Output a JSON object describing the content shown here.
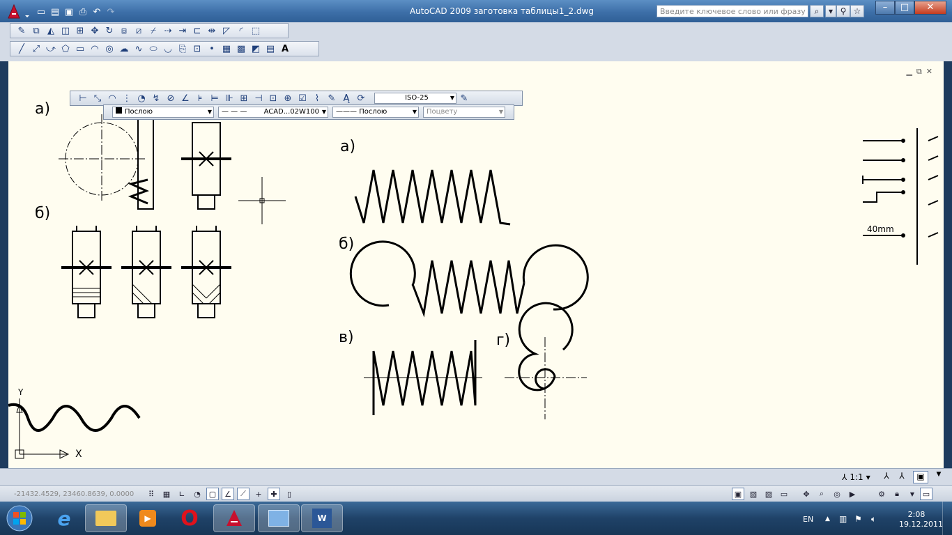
{
  "window": {
    "title": "AutoCAD 2009 заготовка таблицы1_2.dwg",
    "search_placeholder": "Введите ключевое слово или фразу",
    "minimize": "–",
    "maximize": "□",
    "close": "✕"
  },
  "dim_toolbar": {
    "dim_style": "ISO-25"
  },
  "properties_toolbar": {
    "color": "Послою",
    "linetype": "ACAD...02W100",
    "lineweight": "Послою",
    "plot_style": "Поцвету"
  },
  "drawing": {
    "label_a_left": "а)",
    "label_b_left": "б)",
    "label_a_right": "а)",
    "label_b_right": "б)",
    "label_v": "в)",
    "label_g": "г)",
    "dim_text": "40mm",
    "ucs_x": "X",
    "ucs_y": "Y"
  },
  "status": {
    "coords": "-21432.4529, 23460.8639, 0.0000",
    "annotation_scale": "1:1"
  },
  "taskbar": {
    "lang": "EN",
    "time": "2:08",
    "date": "19.12.2011"
  },
  "colors": {
    "titlebar": "#3d6fa8",
    "drawing_bg": "#fffdf0",
    "taskbar": "#1f4268"
  }
}
